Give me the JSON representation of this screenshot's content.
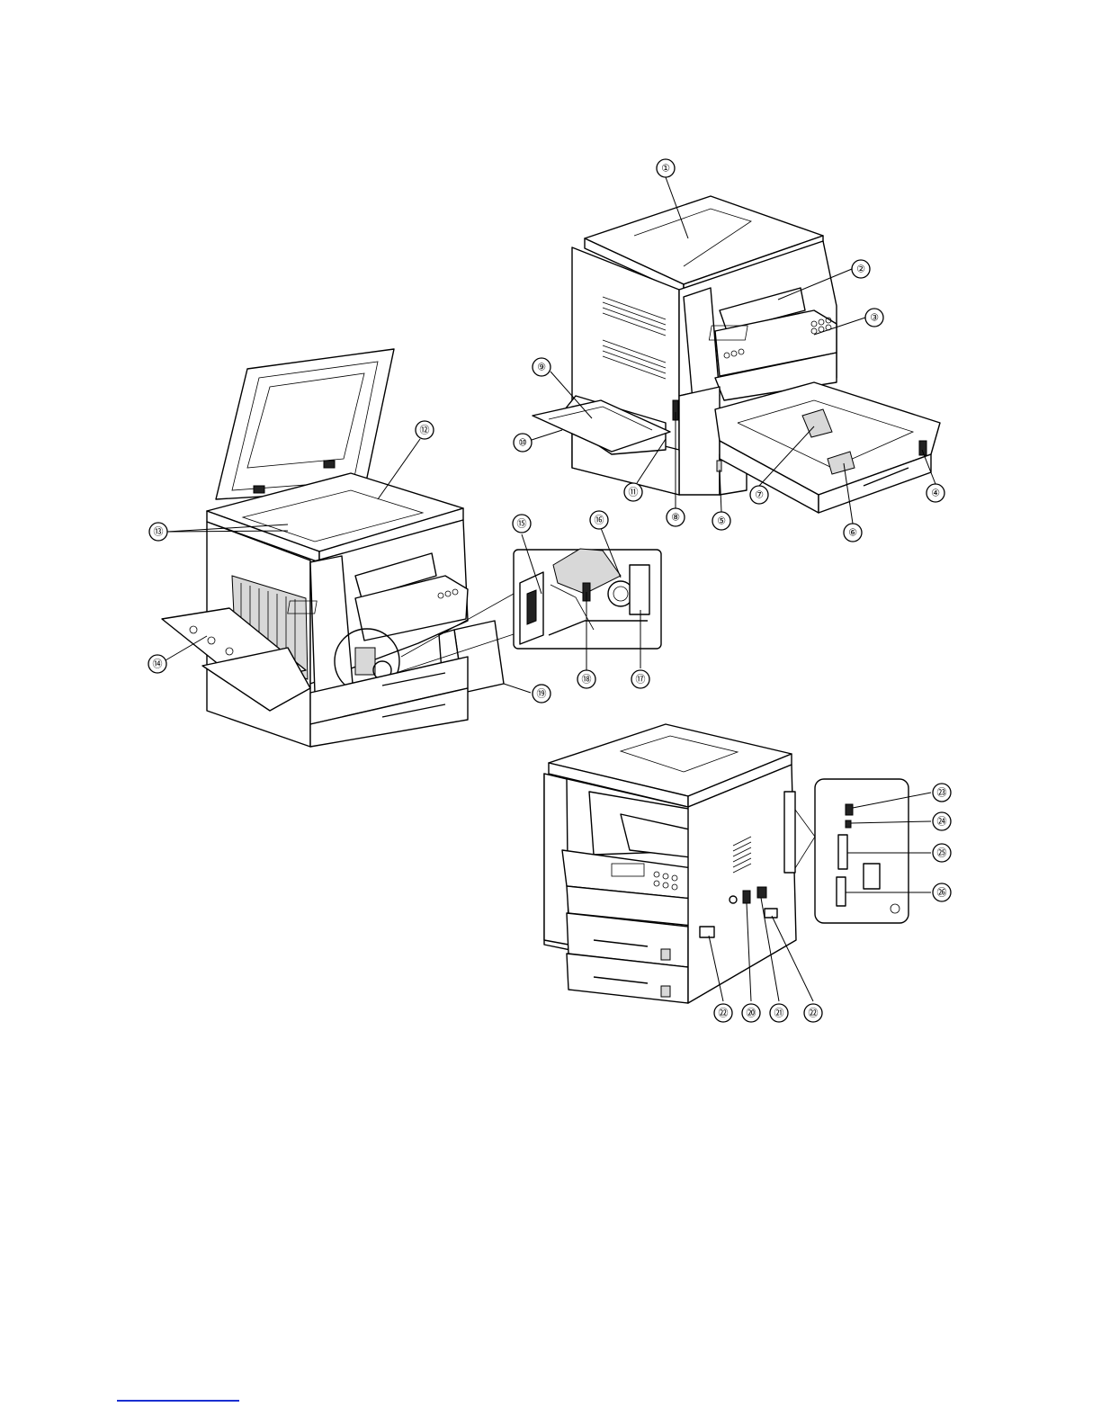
{
  "callouts": [
    {
      "id": "c1",
      "label": "①"
    },
    {
      "id": "c2",
      "label": "②"
    },
    {
      "id": "c3",
      "label": "③"
    },
    {
      "id": "c4",
      "label": "④"
    },
    {
      "id": "c5",
      "label": "⑤"
    },
    {
      "id": "c6",
      "label": "⑥"
    },
    {
      "id": "c7",
      "label": "⑦"
    },
    {
      "id": "c8",
      "label": "⑧"
    },
    {
      "id": "c9",
      "label": "⑨"
    },
    {
      "id": "c10",
      "label": "⑩"
    },
    {
      "id": "c11",
      "label": "⑪"
    },
    {
      "id": "c12",
      "label": "⑫"
    },
    {
      "id": "c13",
      "label": "⑬"
    },
    {
      "id": "c14",
      "label": "⑭"
    },
    {
      "id": "c15",
      "label": "⑮"
    },
    {
      "id": "c16",
      "label": "⑯"
    },
    {
      "id": "c17",
      "label": "⑰"
    },
    {
      "id": "c18",
      "label": "⑱"
    },
    {
      "id": "c19",
      "label": "⑲"
    },
    {
      "id": "c20",
      "label": "⑳"
    },
    {
      "id": "c21",
      "label": "㉑"
    },
    {
      "id": "c22a",
      "label": "㉒"
    },
    {
      "id": "c22b",
      "label": "㉒"
    },
    {
      "id": "c23",
      "label": "㉓"
    },
    {
      "id": "c24",
      "label": "㉔"
    },
    {
      "id": "c25",
      "label": "㉕"
    },
    {
      "id": "c26",
      "label": "㉖"
    }
  ],
  "colors": {
    "footer_rule": "#1a2fd0",
    "line": "#000000"
  }
}
